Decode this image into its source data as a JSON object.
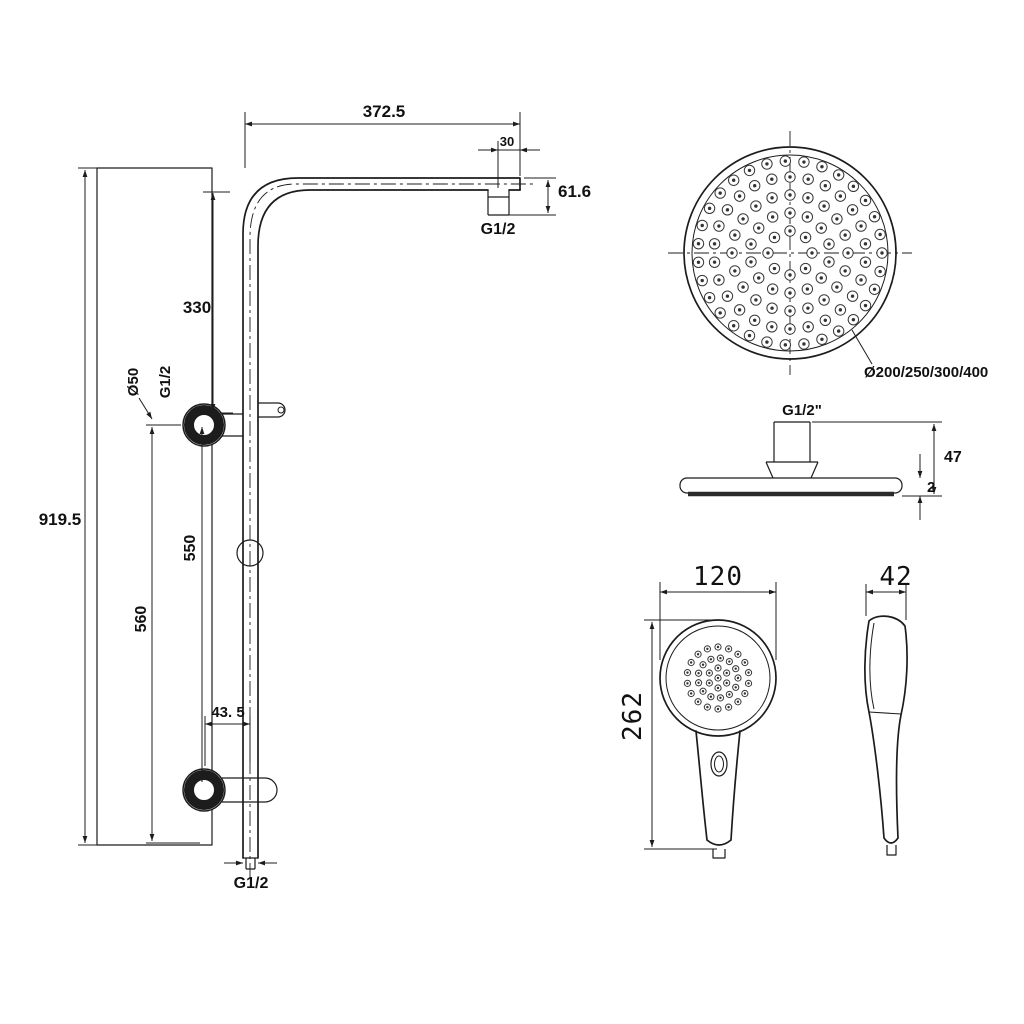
{
  "drawing": {
    "background": "#ffffff",
    "line_color": "#1c1c1c",
    "views": {
      "elevation": {
        "name": "shower-column-elevation",
        "dims": {
          "arm_length": "372.5",
          "arm_end_offset": "30",
          "arm_height": "61.6",
          "arm_thread": "G1/2",
          "top_to_diverter": "330",
          "flange_diameter": "Ø50",
          "flange_thread": "G1/2",
          "overall_height": "919.5",
          "diverter_to_bracket": "550",
          "diverter_to_bottom": "560",
          "bracket_offset": "43. 5",
          "bottom_thread": "G1/2"
        }
      },
      "head_top": {
        "name": "overhead-shower-top-view",
        "dims": {
          "diameters": "Ø200/250/300/400"
        }
      },
      "head_side": {
        "name": "overhead-shower-side-view",
        "dims": {
          "thread": "G1/2\"",
          "height": "47",
          "edge_thickness": "2"
        }
      },
      "hand_front": {
        "name": "hand-shower-front-view",
        "dims": {
          "width": "120",
          "length": "262"
        }
      },
      "hand_side": {
        "name": "hand-shower-side-view",
        "dims": {
          "depth": "42"
        }
      }
    }
  }
}
